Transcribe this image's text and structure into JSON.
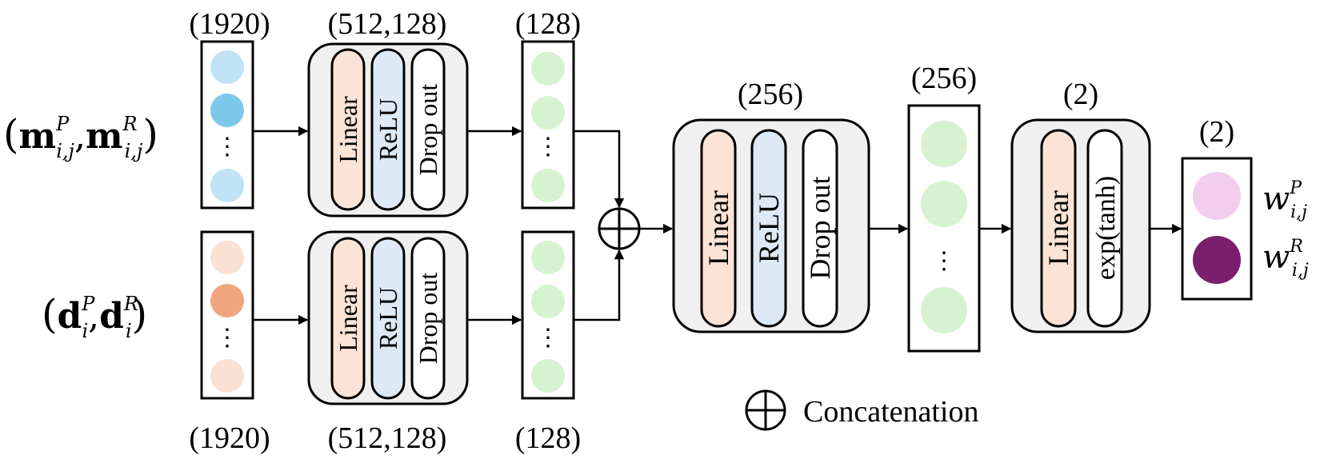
{
  "colors": {
    "linear_pill": "#fbe3d6",
    "relu_pill": "#dde9f5",
    "drop_pill": "#ffffff",
    "block_bg": "#f0f0f0",
    "m_node_light": "#c0e3f5",
    "m_node_dark": "#7cc8ea",
    "d_node_light": "#fbe0d4",
    "d_node_dark": "#f0a57e",
    "hidden_node": "#d6f2d0",
    "out_node_p": "#f2cdec",
    "out_node_r": "#7a1f6c"
  },
  "labels": {
    "m_in_dim": "(1920)",
    "m_block_dim": "(512,128)",
    "m_out_dim": "(128)",
    "d_in_dim": "(1920)",
    "d_block_dim": "(512,128)",
    "d_out_dim": "(128)",
    "mid_block_dim": "(256)",
    "mid_out_dim": "(256)",
    "last_block_dim": "(2)",
    "final_dim": "(2)",
    "dots": "⋮"
  },
  "layers": {
    "linear": "Linear",
    "relu": "ReLU",
    "dropout": "Drop out",
    "exp_tanh": "exp(tanh)"
  },
  "inputs": {
    "m": {
      "base1": "m",
      "sup1": "P",
      "sub1": "i,j",
      "sep": ",",
      "base2": "m",
      "sup2": "R",
      "sub2": "i,j"
    },
    "d": {
      "base1": "d",
      "sup1": "P",
      "sub1": "i",
      "sep": ",",
      "base2": "d",
      "sup2": "R",
      "sub2": "i"
    }
  },
  "outputs": {
    "p": {
      "base": "w",
      "sup": "P",
      "sub": "i,j"
    },
    "r": {
      "base": "w",
      "sup": "R",
      "sub": "i,j"
    }
  },
  "legend": {
    "concat_symbol": "⊕",
    "concat_label": "Concatenation"
  }
}
